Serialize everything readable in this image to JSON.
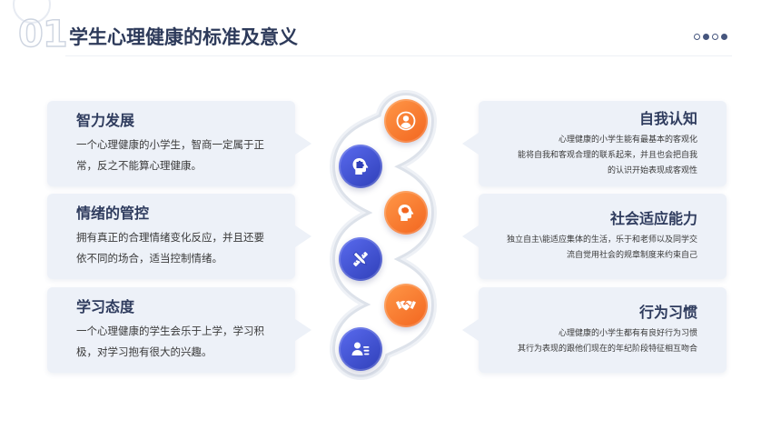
{
  "slide": {
    "number": "01",
    "title": "学生心理健康的标准及意义"
  },
  "colors": {
    "title": "#2d3a5a",
    "heading": "#2f3c5e",
    "body": "#3a3a3a",
    "card_bg": "#edf1f8",
    "orange": "#ff9848",
    "orange_dark": "#f2651f",
    "blue": "#5a6bef",
    "blue_dark": "#2f3fb8"
  },
  "left_cards": [
    {
      "title": "智力发展",
      "lines": [
        "一个心理健康的小学生，智商一定属于正",
        "常，反之不能算心理健康。"
      ]
    },
    {
      "title": "情绪的管控",
      "lines": [
        "拥有真正的合理情绪变化反应，并且还要",
        "依不同的场合，适当控制情绪。"
      ]
    },
    {
      "title": "学习态度",
      "lines": [
        "一个心理健康的学生会乐于上学，学习积",
        "极，对学习抱有很大的兴趣。"
      ]
    }
  ],
  "right_cards": [
    {
      "title": "自我认知",
      "lines": [
        "心理健康的小学生能有最基本的客观化",
        "能将自我和客观合理的联系起来，并且也会把自我",
        "的认识开始表现成客观性"
      ]
    },
    {
      "title": "社会适应能力",
      "lines": [
        "独立自主\\能适应集体的生活，乐于和老师以及同学交",
        "流自觉用社会的规章制度来约束自己"
      ]
    },
    {
      "title": "行为习惯",
      "lines": [
        "心理健康的小学生都有有良好行为习惯",
        "其行为表现的跟他们现在的年纪阶段特征相互吻合"
      ]
    }
  ],
  "chain_icons": [
    "user-icon",
    "brain-puzzle-icon",
    "head-brain-icon",
    "pencil-ruler-icon",
    "handshake-icon",
    "user-list-icon"
  ]
}
